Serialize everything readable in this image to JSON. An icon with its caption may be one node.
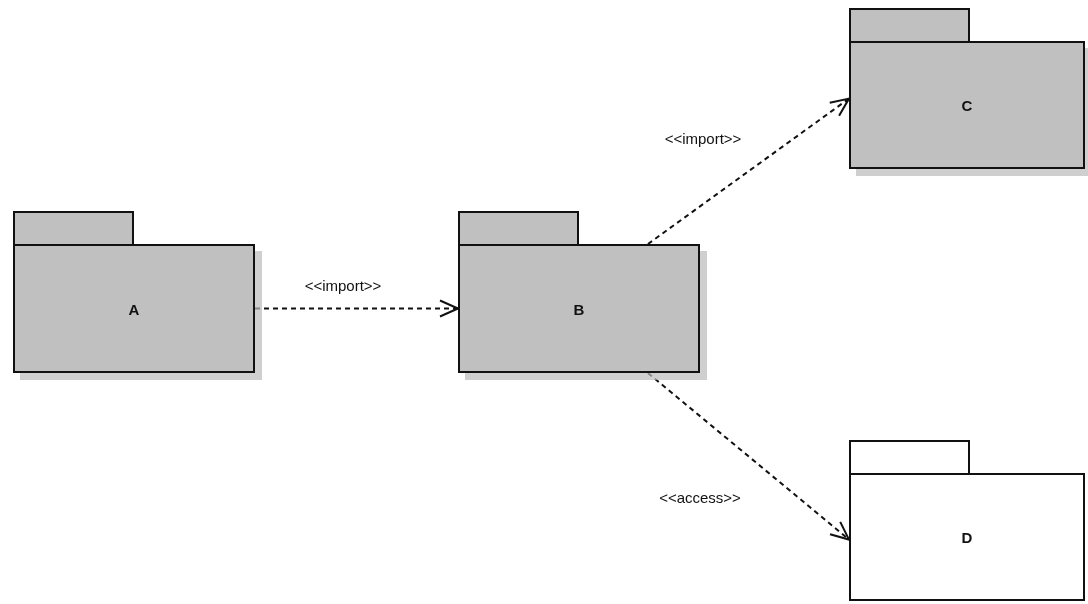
{
  "diagram": {
    "nodes": [
      {
        "text": [
          "A"
        ]
      },
      {
        "text": [
          "B"
        ]
      },
      {
        "text": [
          "C"
        ]
      },
      {
        "text": [
          "D"
        ]
      }
    ],
    "edges": [
      {
        "from": 0,
        "to": 1,
        "arrow": "to",
        "label": "<<import>>",
        "style": "dashed"
      },
      {
        "from": 1,
        "to": 2,
        "arrow": "to",
        "label": "<<import>>",
        "style": "dashed"
      },
      {
        "from": 1,
        "to": 3,
        "arrow": "to",
        "label": "<<access>>",
        "style": "dashed"
      }
    ]
  }
}
